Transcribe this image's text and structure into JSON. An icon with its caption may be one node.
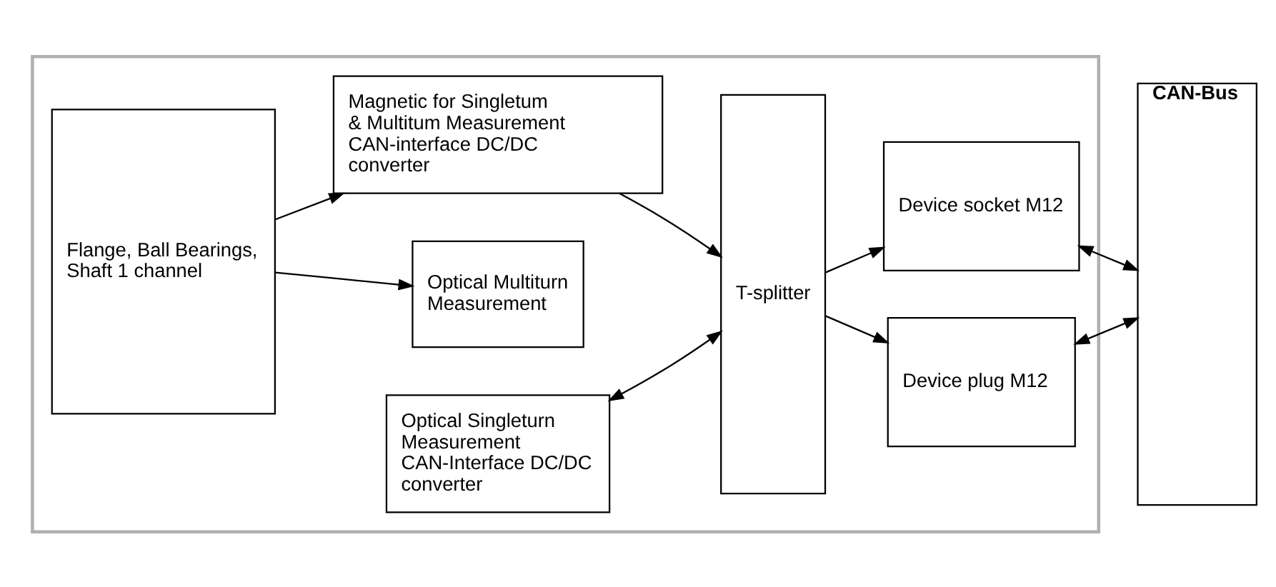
{
  "diagram": {
    "nodes": [
      {
        "text": [],
        "shape": "box"
      },
      {
        "text": [
          "Flange, Ball Bearings, Shaft 1 channel"
        ],
        "in": 0
      },
      {
        "text": [
          "Optical Multiturn Measurement"
        ],
        "in": 0
      },
      {
        "text": [
          "Optical Singleturn Measurement CAN-Interface DC/DC converter"
        ],
        "in": 0
      },
      {
        "text": [
          "Magnetic for Singletum & Multitum Measurement CAN-interface DC/DC converter"
        ],
        "in": 0
      },
      {
        "text": [
          "T-splitter"
        ],
        "in": 0
      },
      {
        "text": [
          "Device plug M12"
        ],
        "in": 0
      },
      {
        "text": [
          "Device socket M12"
        ],
        "in": 0
      },
      {
        "text": [
          "CAN-Bus"
        ]
      }
    ],
    "edges": [
      {
        "from": 1,
        "to": 2,
        "arrow": "to"
      },
      {
        "from": 1,
        "to": 4,
        "arrow": "to"
      },
      {
        "from": 3,
        "to": 5,
        "arrow": "both"
      },
      {
        "from": 4,
        "to": 5,
        "arrow": "to"
      },
      {
        "from": 5,
        "to": 6,
        "arrow": "to"
      },
      {
        "from": 5,
        "to": 7,
        "arrow": "to"
      },
      {
        "from": 6,
        "to": 8,
        "arrow": "both"
      },
      {
        "from": 7,
        "to": 8,
        "arrow": "both"
      }
    ]
  }
}
